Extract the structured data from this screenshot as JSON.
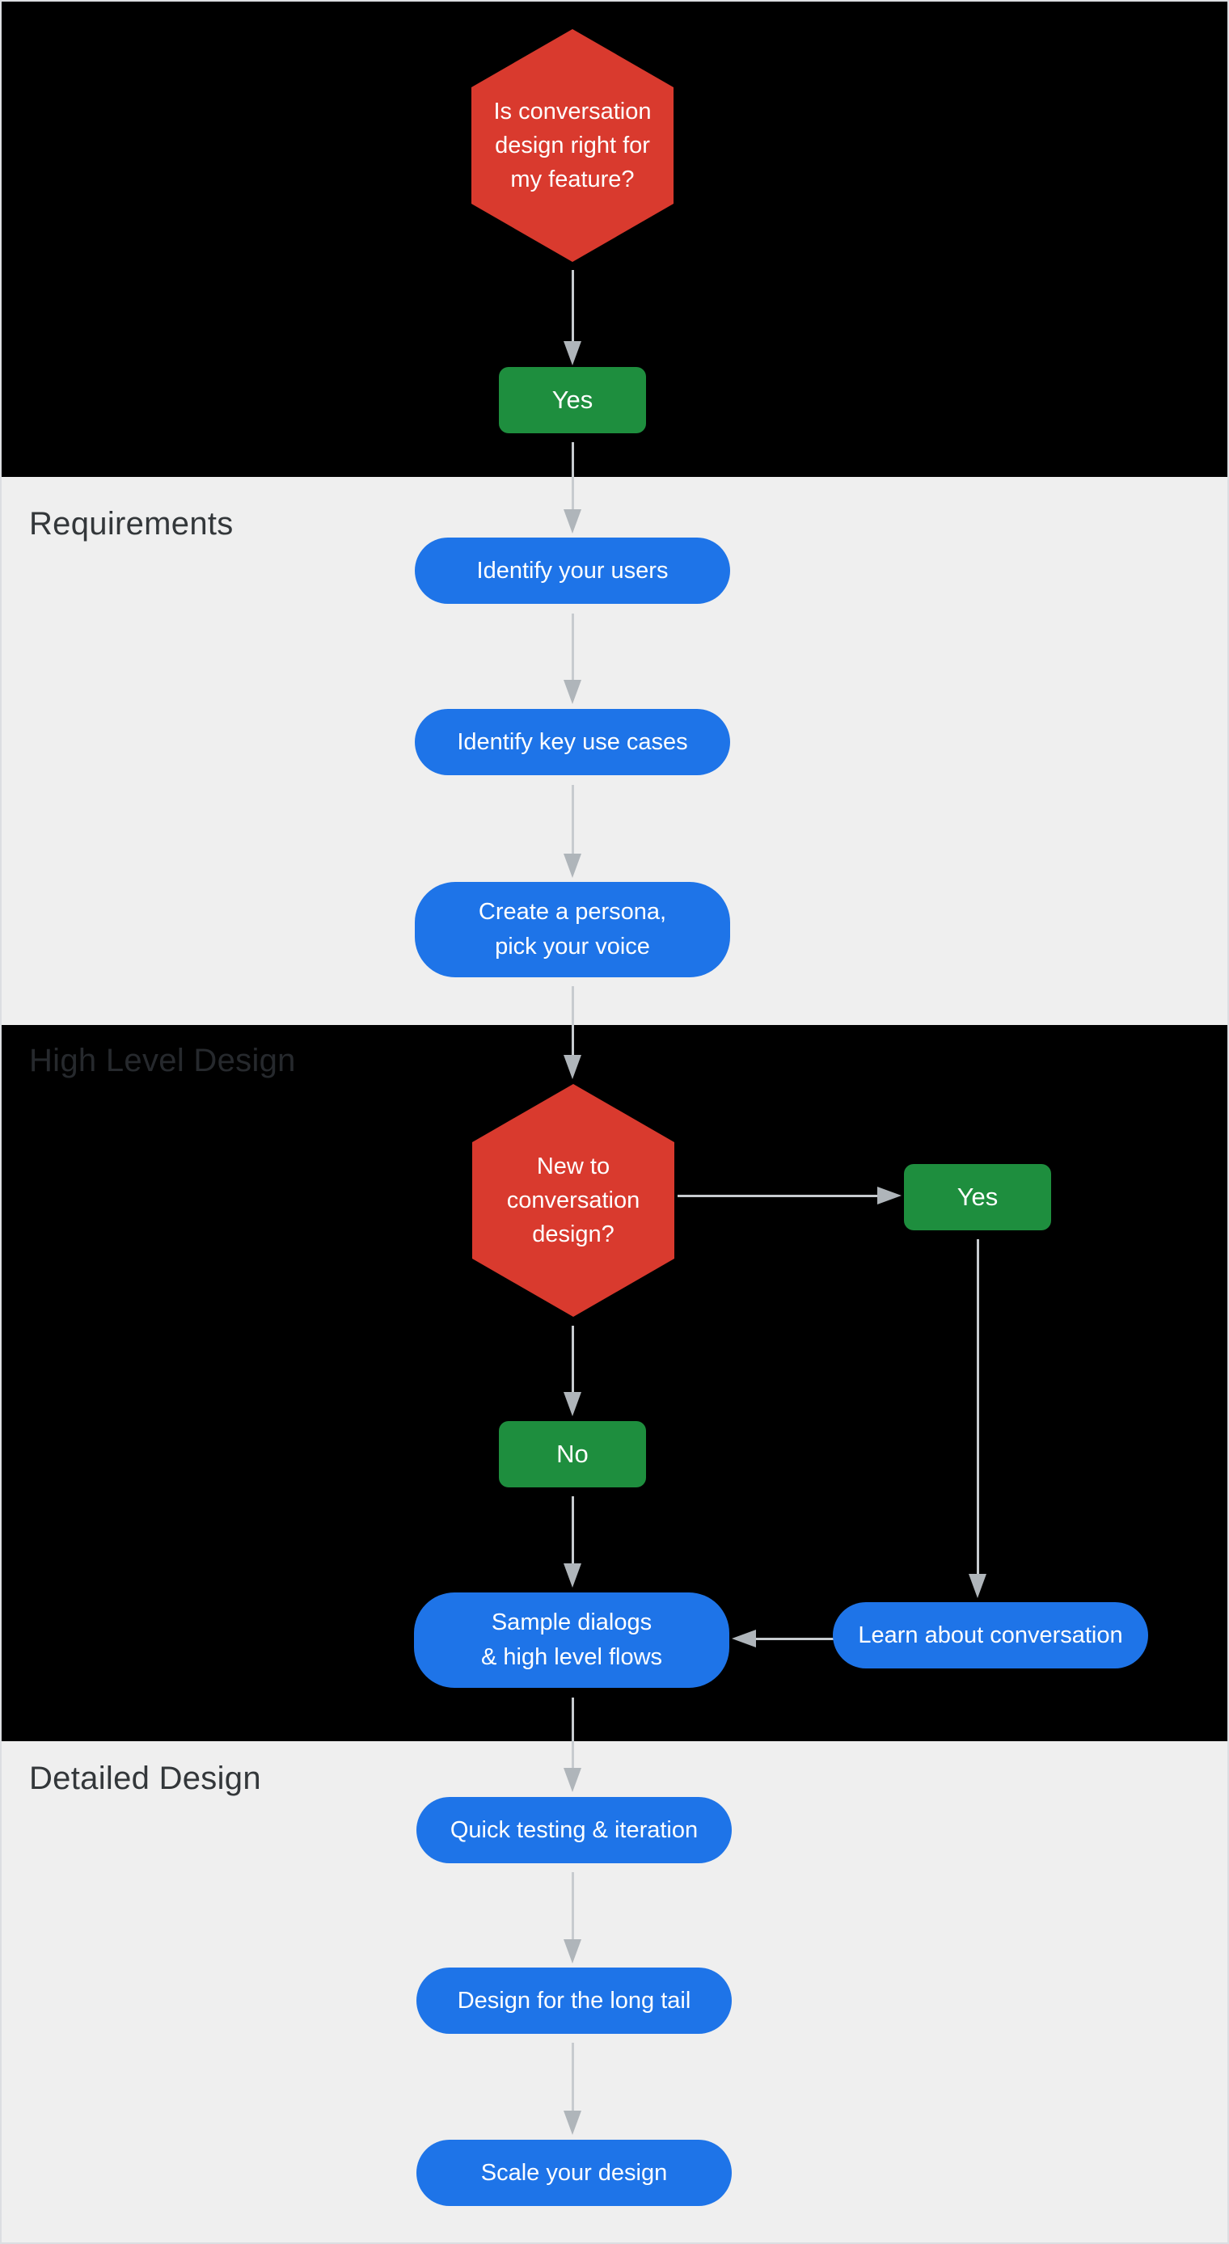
{
  "diagram": {
    "description": "Conversation design workflow flowchart",
    "sections": {
      "requirements": {
        "label": "Requirements"
      },
      "high_level": {
        "label": "High Level Design"
      },
      "detailed": {
        "label": "Detailed Design"
      }
    },
    "nodes": {
      "decision_fit": {
        "type": "decision",
        "lines": [
          "Is conversation",
          "design right for",
          "my feature?"
        ]
      },
      "answer_yes_1": {
        "type": "answer",
        "label": "Yes"
      },
      "identify_users": {
        "type": "action",
        "label": "Identify your users"
      },
      "identify_use_cases": {
        "type": "action",
        "label": "Identify key use cases"
      },
      "create_persona": {
        "type": "action",
        "lines": [
          "Create a persona,",
          "pick your voice"
        ]
      },
      "decision_new": {
        "type": "decision",
        "lines": [
          "New to",
          "conversation",
          "design?"
        ]
      },
      "answer_yes_2": {
        "type": "answer",
        "label": "Yes"
      },
      "answer_no": {
        "type": "answer",
        "label": "No"
      },
      "sample_dialogs": {
        "type": "action",
        "lines": [
          "Sample dialogs",
          "& high level flows"
        ]
      },
      "learn_conversation": {
        "type": "action",
        "label": "Learn about conversation"
      },
      "quick_testing": {
        "type": "action",
        "label": "Quick testing & iteration"
      },
      "long_tail": {
        "type": "action",
        "label": "Design for the long tail"
      },
      "scale_design": {
        "type": "action",
        "label": "Scale your design"
      }
    },
    "edges": [
      {
        "from": "decision_fit",
        "to": "answer_yes_1"
      },
      {
        "from": "answer_yes_1",
        "to": "identify_users"
      },
      {
        "from": "identify_users",
        "to": "identify_use_cases"
      },
      {
        "from": "identify_use_cases",
        "to": "create_persona"
      },
      {
        "from": "create_persona",
        "to": "decision_new"
      },
      {
        "from": "decision_new",
        "to": "answer_yes_2"
      },
      {
        "from": "decision_new",
        "to": "answer_no"
      },
      {
        "from": "answer_yes_2",
        "to": "learn_conversation"
      },
      {
        "from": "learn_conversation",
        "to": "sample_dialogs"
      },
      {
        "from": "answer_no",
        "to": "sample_dialogs"
      },
      {
        "from": "sample_dialogs",
        "to": "quick_testing"
      },
      {
        "from": "quick_testing",
        "to": "long_tail"
      },
      {
        "from": "long_tail",
        "to": "scale_design"
      }
    ]
  },
  "colors": {
    "decision_red": "#D93A2E",
    "action_blue": "#1E74E8",
    "answer_green": "#1E8E3E",
    "section_dark_bg": "#000000",
    "section_light_bg": "#EFEFEF",
    "arrow_line": "#C7CBCF",
    "arrow_head": "#AFB5BA",
    "label_on_light": "#33373A",
    "label_on_dark": "#26292D"
  }
}
